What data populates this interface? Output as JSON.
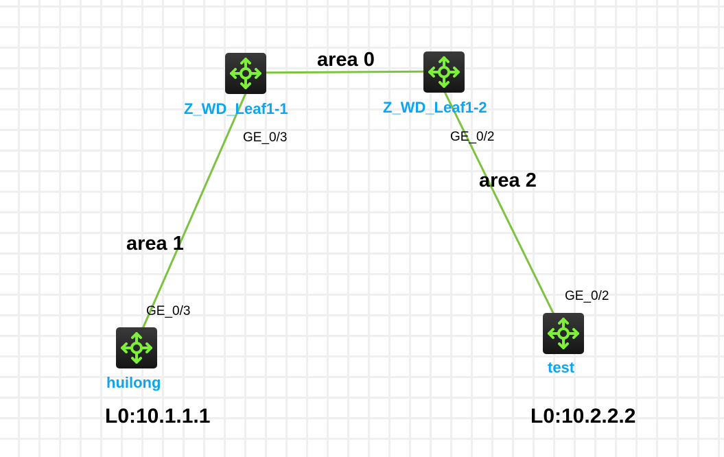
{
  "colors": {
    "link": "#7dc241",
    "device_label": "#0ea5f0",
    "router_glyph": "#7ef03a"
  },
  "devices": [
    {
      "id": "leaf1-1",
      "name": "Z_WD_Leaf1-1",
      "icon": "router-icon"
    },
    {
      "id": "leaf1-2",
      "name": "Z_WD_Leaf1-2",
      "icon": "router-icon"
    },
    {
      "id": "huilong",
      "name": "huilong",
      "icon": "router-icon"
    },
    {
      "id": "test",
      "name": "test",
      "icon": "router-icon"
    }
  ],
  "links": [
    {
      "from": "leaf1-1",
      "to": "leaf1-2",
      "area": "area 0"
    },
    {
      "from": "leaf1-1",
      "to": "huilong",
      "area": "area 1",
      "from_port": "GE_0/3",
      "to_port": "GE_0/3"
    },
    {
      "from": "leaf1-2",
      "to": "test",
      "area": "area 2",
      "from_port": "GE_0/2",
      "to_port": "GE_0/2"
    }
  ],
  "loopbacks": {
    "huilong": "L0:10.1.1.1",
    "test": "L0:10.2.2.2"
  }
}
